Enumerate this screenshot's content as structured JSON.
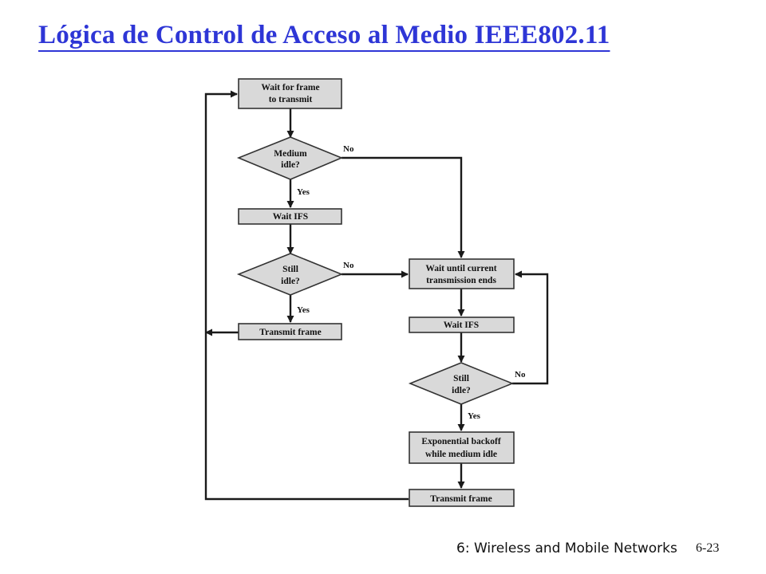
{
  "title": "Lógica de Control de Acceso al Medio IEEE802.11",
  "colors": {
    "title": "#2e36d6",
    "node_fill": "#d9d9d9",
    "stroke": "#1a1a1a"
  },
  "flowchart": {
    "nodes": {
      "wait_frame": [
        "Wait for frame",
        "to transmit"
      ],
      "medium_idle": [
        "Medium",
        "idle?"
      ],
      "wait_ifs_1": [
        "Wait IFS"
      ],
      "still_idle_1": [
        "Still",
        "idle?"
      ],
      "transmit_1": [
        "Transmit frame"
      ],
      "wait_until": [
        "Wait until current",
        "transmission ends"
      ],
      "wait_ifs_2": [
        "Wait IFS"
      ],
      "still_idle_2": [
        "Still",
        "idle?"
      ],
      "backoff": [
        "Exponential backoff",
        "while medium idle"
      ],
      "transmit_2": [
        "Transmit frame"
      ]
    },
    "edge_labels": {
      "medium_idle_no": "No",
      "medium_idle_yes": "Yes",
      "still_idle_1_no": "No",
      "still_idle_1_yes": "Yes",
      "still_idle_2_no": "No",
      "still_idle_2_yes": "Yes"
    }
  },
  "footer": {
    "chapter": "6: Wireless and Mobile Networks",
    "page": "6-23"
  }
}
